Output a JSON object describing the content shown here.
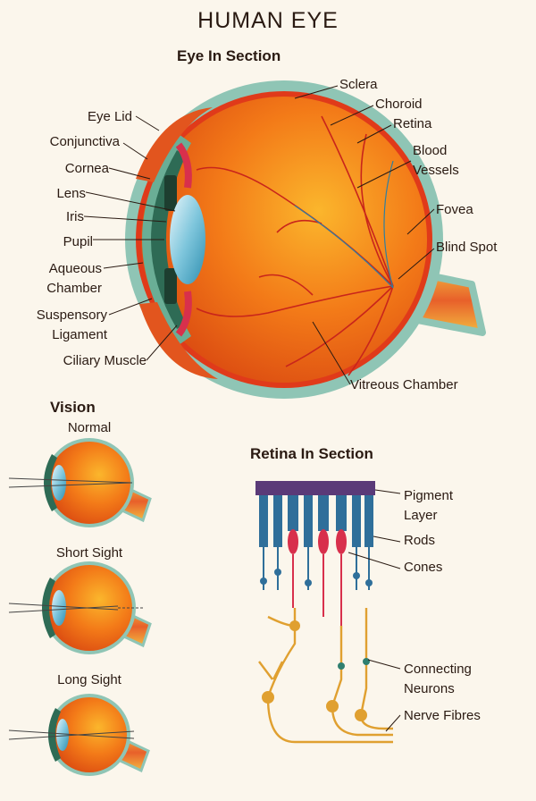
{
  "title": "HUMAN EYE",
  "sections": {
    "eye": "Eye In Section",
    "vision": "Vision",
    "retina": "Retina In Section"
  },
  "eye_labels": {
    "sclera": "Sclera",
    "choroid": "Choroid",
    "retina": "Retina",
    "blood_vessels_1": "Blood",
    "blood_vessels_2": "Vessels",
    "fovea": "Fovea",
    "blind_spot": "Blind Spot",
    "eye_lid": "Eye Lid",
    "conjunctiva": "Conjunctiva",
    "cornea": "Cornea",
    "lens": "Lens",
    "iris": "Iris",
    "pupil": "Pupil",
    "aqueous_1": "Aqueous",
    "aqueous_2": "Chamber",
    "suspensory_1": "Suspensory",
    "suspensory_2": "Ligament",
    "ciliary": "Ciliary Muscle",
    "vitreous": "Vitreous Chamber"
  },
  "vision_labels": {
    "normal": "Normal",
    "short": "Short Sight",
    "long": "Long Sight"
  },
  "retina_labels": {
    "pigment_1": "Pigment",
    "pigment_2": "Layer",
    "rods": "Rods",
    "cones": "Cones",
    "connecting_1": "Connecting",
    "connecting_2": "Neurons",
    "nerve": "Nerve Fibres"
  },
  "colors": {
    "eyeball": "#f06a14",
    "sclera": "#8fc5b5",
    "choroid": "#e03a1a",
    "vessel": "#c9251b",
    "rod": "#2f6f9a",
    "cone": "#d8304c",
    "pigment": "#5a3a78",
    "neuron": "#e0a030"
  }
}
